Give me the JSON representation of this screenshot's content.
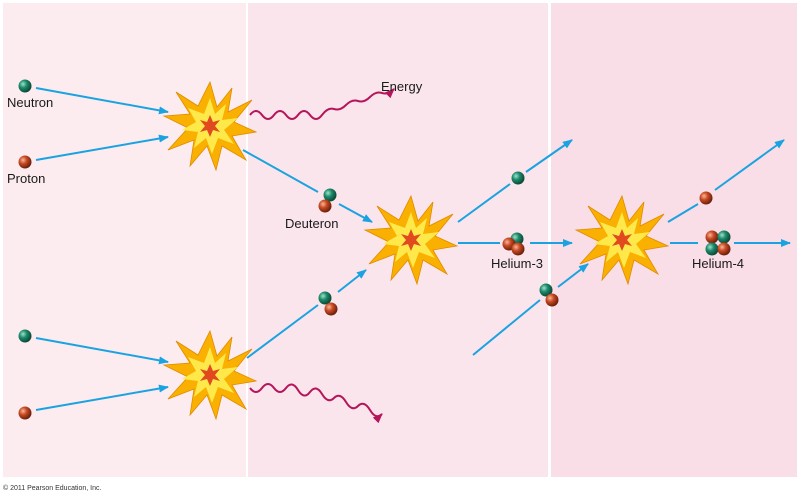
{
  "labels": {
    "energy": "Energy",
    "neutron": "Neutron",
    "proton": "Proton",
    "deuteron": "Deuteron",
    "helium3": "Helium-3",
    "helium4": "Helium-4"
  },
  "copyright": "© 2011 Pearson Education, Inc.",
  "colors": {
    "arrow": "#1aa3e0",
    "energy_wave": "#b5155a",
    "neutron": "#1d8a6c",
    "proton": "#c84a22",
    "burst_outer": "#f9b000",
    "burst_inner": "#ffe94a",
    "burst_core": "#e04a1e",
    "panel_1": "#fcecf0",
    "panel_2": "#fbe5ed",
    "panel_3": "#f9dde7"
  }
}
